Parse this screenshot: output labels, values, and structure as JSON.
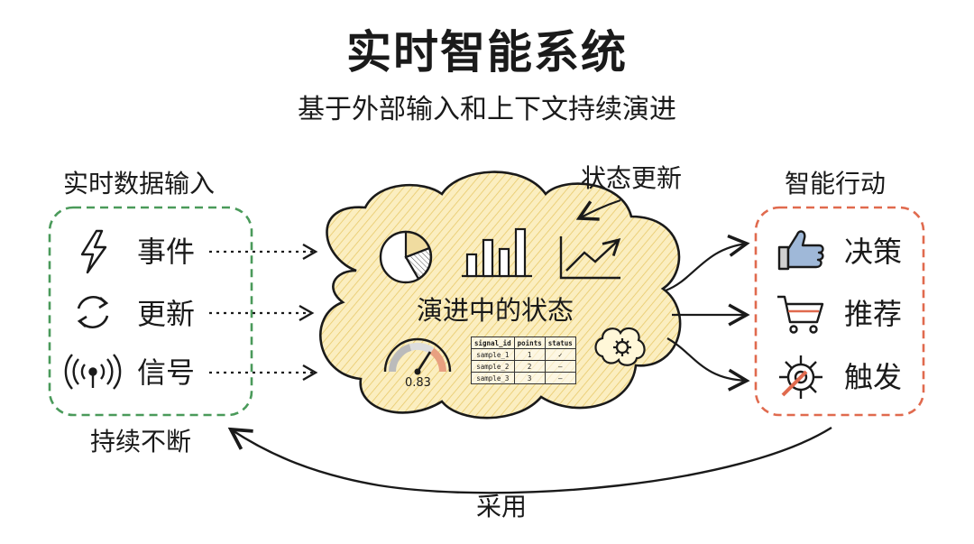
{
  "title": "实时智能系统",
  "subtitle": "基于外部输入和上下文持续演进",
  "input_panel": {
    "label": "实时数据输入",
    "items": [
      {
        "icon": "lightning-icon",
        "label": "事件"
      },
      {
        "icon": "refresh-icon",
        "label": "更新"
      },
      {
        "icon": "signal-icon",
        "label": "信号"
      }
    ]
  },
  "center": {
    "label": "演进中的状态",
    "update_label": "状态更新",
    "gauge_value": "0.83",
    "table": {
      "headers": [
        "signal_id",
        "points",
        "status"
      ],
      "rows": [
        [
          "sample_1",
          "1",
          "✓"
        ],
        [
          "sample_2",
          "2",
          "—"
        ],
        [
          "sample_3",
          "3",
          "—"
        ]
      ]
    }
  },
  "action_panel": {
    "label": "智能行动",
    "items": [
      {
        "icon": "thumbs-up-icon",
        "label": "决策"
      },
      {
        "icon": "cart-icon",
        "label": "推荐"
      },
      {
        "icon": "gear-wrench-icon",
        "label": "触发"
      }
    ]
  },
  "loop": {
    "continuous_label": "持续不断",
    "adopt_label": "采用"
  },
  "colors": {
    "input_border": "#4a9a5a",
    "action_border": "#e06a4e",
    "cloud_fill": "#fbeec0",
    "cloud_stroke": "#1a1a1a"
  }
}
